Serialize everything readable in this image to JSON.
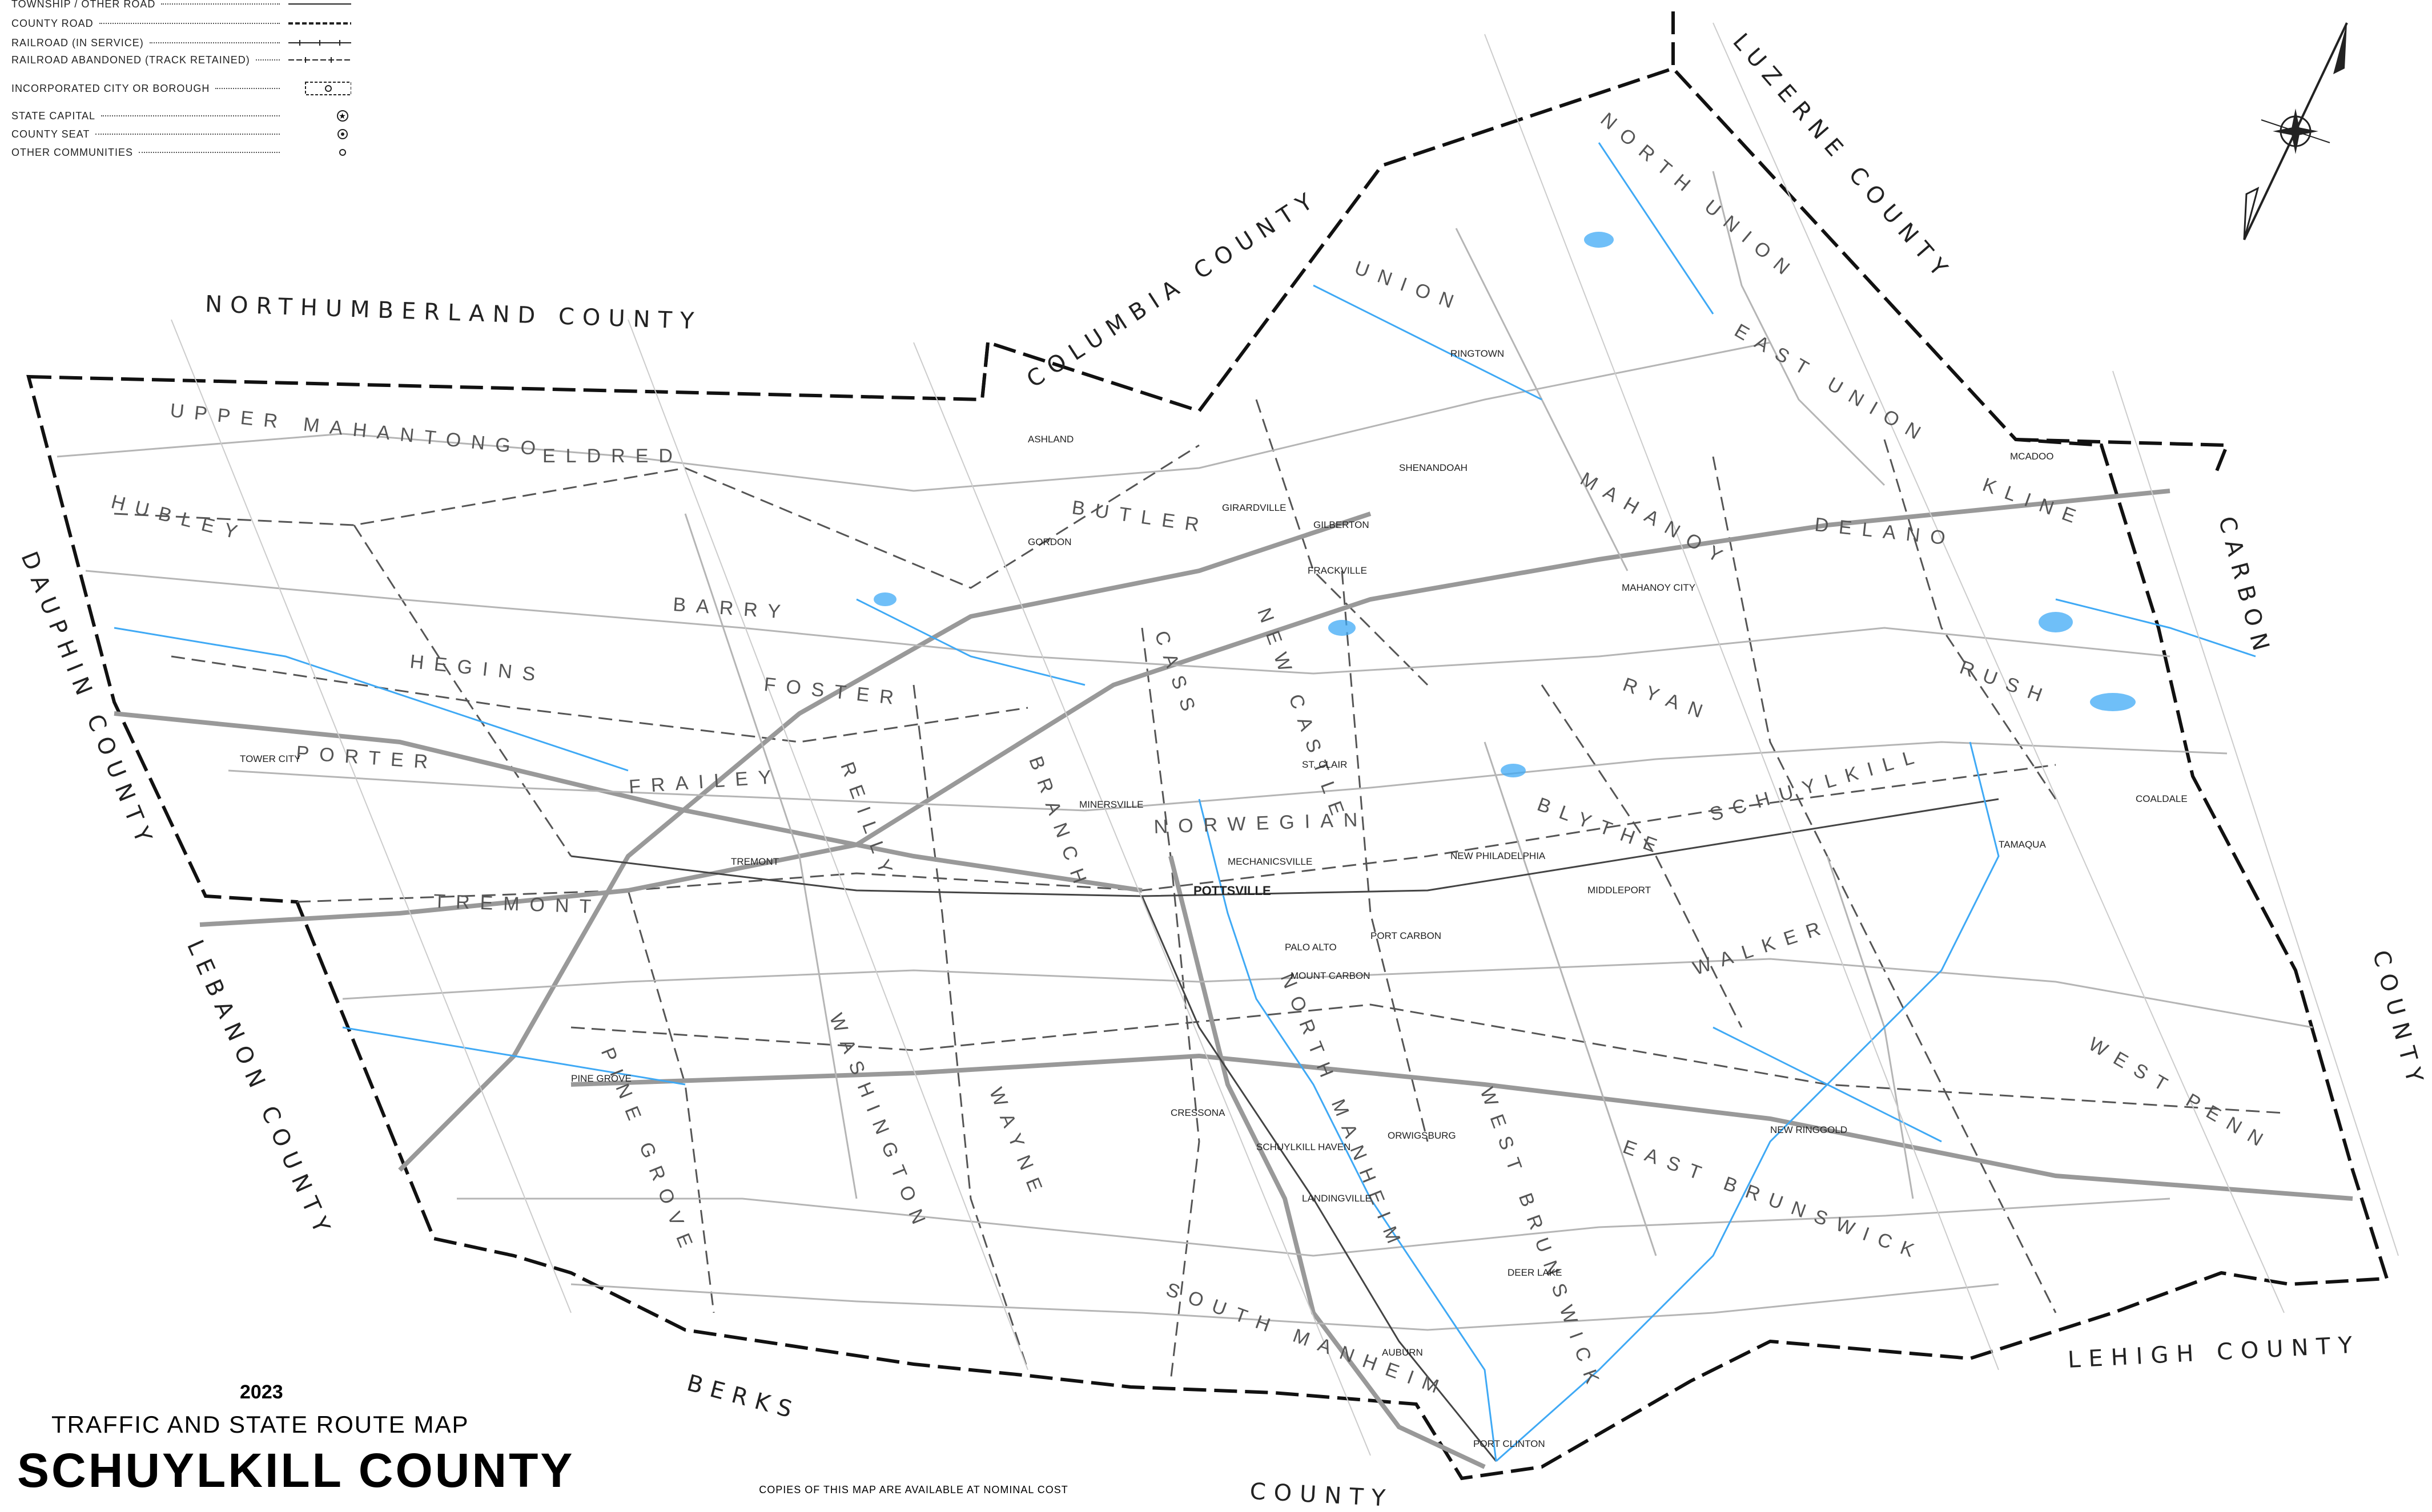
{
  "legend": {
    "items": [
      {
        "label": "TOWNSHIP / OTHER ROAD",
        "symbol": "thin-line"
      },
      {
        "label": "COUNTY ROAD",
        "symbol": "dashed-line"
      },
      {
        "label": "RAILROAD (IN SERVICE)",
        "symbol": "railroad-line"
      },
      {
        "label": "RAILROAD ABANDONED (TRACK RETAINED)",
        "symbol": "abandoned-railroad-line"
      },
      {
        "label": "INCORPORATED CITY OR BOROUGH",
        "symbol": "dashed-box"
      },
      {
        "label": "STATE CAPITAL",
        "symbol": "star-circle"
      },
      {
        "label": "COUNTY SEAT",
        "symbol": "double-circle"
      },
      {
        "label": "OTHER COMMUNITIES",
        "symbol": "small-circle"
      }
    ]
  },
  "adjacent_counties": {
    "northumberland": "NORTHUMBERLAND COUNTY",
    "columbia": "COLUMBIA COUNTY",
    "luzerne": "LUZERNE COUNTY",
    "carbon": "CARBON",
    "carbon_county": "COUNTY",
    "lehigh": "LEHIGH COUNTY",
    "berks": "BERKS",
    "berks_county": "COUNTY",
    "lebanon": "LEBANON COUNTY",
    "dauphin": "DAUPHIN COUNTY"
  },
  "townships": [
    "UPPER MAHANTONGO",
    "HUBLEY",
    "ELDRED",
    "BUTLER",
    "BARRY",
    "HEGINS",
    "PORTER",
    "FOSTER",
    "CASS",
    "NEW CASTLE",
    "TREMONT",
    "FRAILEY",
    "REILLY",
    "BRANCH",
    "NORWEGIAN",
    "PINE GROVE",
    "WASHINGTON",
    "WAYNE",
    "NORTH MANHEIM",
    "SOUTH MANHEIM",
    "EAST BRUNSWICK",
    "WEST BRUNSWICK",
    "BLYTHE",
    "RYAN",
    "SCHUYLKILL",
    "WALKER",
    "WEST PENN",
    "RUSH",
    "KLINE",
    "DELANO",
    "MAHANOY",
    "UNION",
    "EAST UNION",
    "NORTH UNION"
  ],
  "towns": [
    "POTTSVILLE",
    "MAHANOY CITY",
    "SHENANDOAH",
    "TAMAQUA",
    "COALDALE",
    "ASHLAND",
    "GIRARDVILLE",
    "FRACKVILLE",
    "GILBERTON",
    "MINERSVILLE",
    "ST. CLAIR",
    "ORWIGSBURG",
    "SCHUYLKILL HAVEN",
    "CRESSONA",
    "PINE GROVE",
    "TREMONT",
    "TOWER CITY",
    "AUBURN",
    "DEER LAKE",
    "PORT CLINTON",
    "NEW RINGGOLD",
    "MCADOO",
    "RINGTOWN",
    "MIDDLEPORT",
    "NEW PHILADELPHIA",
    "PORT CARBON",
    "PALO ALTO",
    "MOUNT CARBON",
    "MECHANICSVILLE",
    "LANDINGVILLE",
    "GORDON"
  ],
  "title": {
    "year": "2023",
    "subtitle": "TRAFFIC AND STATE ROUTE MAP",
    "main": "SCHUYLKILL COUNTY"
  },
  "copies_note": "COPIES OF THIS MAP ARE AVAILABLE AT NOMINAL COST",
  "colors": {
    "water": "#3fa9f5",
    "road": "#888888",
    "boundary": "#111111",
    "text": "#222222"
  }
}
